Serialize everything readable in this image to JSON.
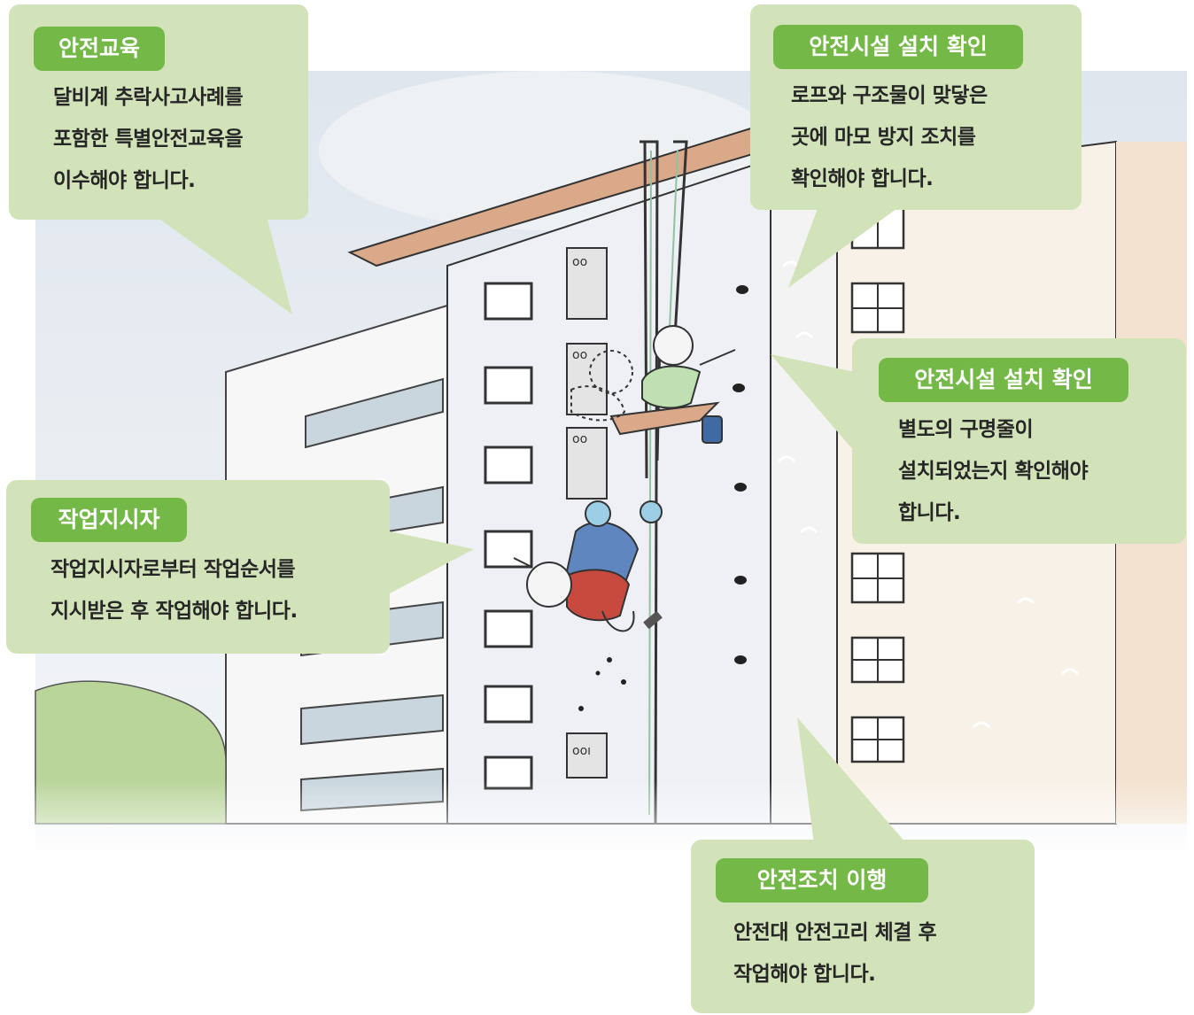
{
  "colors": {
    "callout_bg": "#d3e3b9",
    "badge_bg": "#74b847",
    "badge_text": "#ffffff",
    "body_text": "#262626"
  },
  "callouts": [
    {
      "title": "안전교육",
      "lines": [
        "달비계 추락사고사례를",
        "포함한 특별안전교육을",
        "이수해야 합니다."
      ]
    },
    {
      "title": "안전시설 설치 확인",
      "lines": [
        "로프와 구조물이 맞닿은",
        "곳에 마모 방지 조치를",
        "확인해야 합니다."
      ]
    },
    {
      "title": "안전시설 설치 확인",
      "lines": [
        "별도의 구명줄이",
        "설치되었는지 확인해야",
        "합니다."
      ]
    },
    {
      "title": "작업지시자",
      "lines": [
        "작업지시자로부터 작업순서를",
        "지시받은 후 작업해야 합니다."
      ]
    },
    {
      "title": "안전조치 이행",
      "lines": [
        "안전대 안전고리 체결 후",
        "작업해야 합니다."
      ]
    }
  ],
  "illustration": {
    "subject": "building-facade-gondola-fall",
    "panel_labels": [
      "oo",
      "oo",
      "oo",
      "ooı"
    ]
  }
}
